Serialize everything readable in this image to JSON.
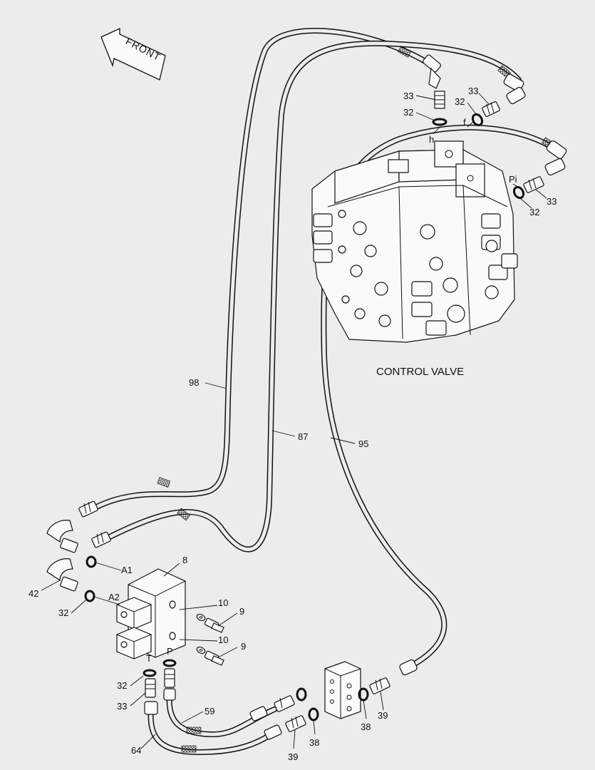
{
  "direction_label": "FRONT",
  "component_title": "CONTROL VALVE",
  "callouts": {
    "c98": "98",
    "c87": "87",
    "c95": "95",
    "c8": "8",
    "c10a": "10",
    "c9a": "9",
    "c10b": "10",
    "c9b": "9",
    "c42": "42",
    "c32_l": "32",
    "c59": "59",
    "c64": "64",
    "c32_bl": "32",
    "c33_bl": "33",
    "c39_a": "39",
    "c38_a": "38",
    "c38_b": "38",
    "c39_b": "39",
    "c33_t1": "33",
    "c32_t1": "32",
    "c33_t2": "33",
    "c32_t2": "32",
    "c33_r": "33",
    "c32_r": "32"
  },
  "port_labels": {
    "A1": "A1",
    "A2": "A2",
    "T": "T",
    "P": "P",
    "h": "h",
    "f": "f",
    "Pi": "Pi"
  }
}
